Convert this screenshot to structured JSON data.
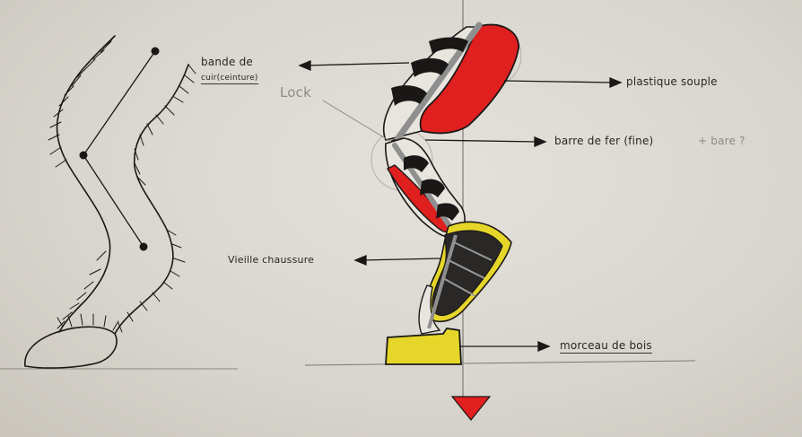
{
  "labels": {
    "bande_de": "bande de",
    "cuir": "cuir(ceinture)",
    "lock": "Lock",
    "plastique_souple": "plastique souple",
    "barre_de_fer": "barre de fer (fine)",
    "barre_extra": "+ bare ?",
    "vieille_chaussure": "Vieille chaussure",
    "morceau_de_bois": "morceau de bois"
  },
  "colors": {
    "red": "#e01f1f",
    "yellow": "#e6d62a",
    "ink": "#1a1816",
    "steel": "#8f8f8f"
  }
}
